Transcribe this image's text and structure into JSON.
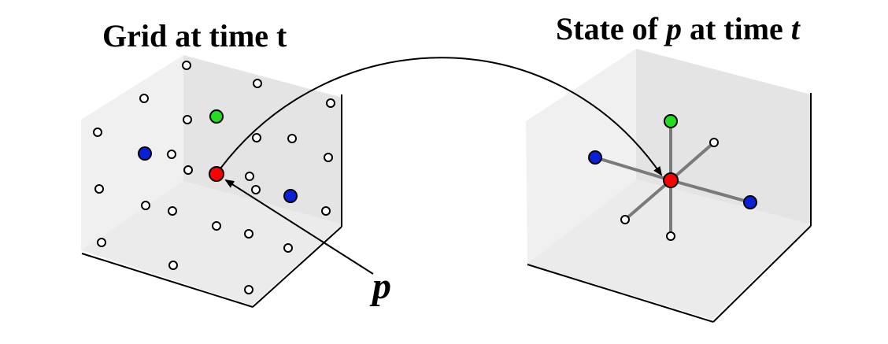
{
  "left_panel": {
    "title": "Grid at time t"
  },
  "right_panel": {
    "title_prefix": "State of",
    "title_var": "p",
    "title_middle": "at time",
    "title_t": "t"
  },
  "pointer_label": "p",
  "colors": {
    "focus_point": "#ff0000",
    "green_neighbor": "#22dd22",
    "blue_neighbor": "#0a1fd8",
    "empty_point": "#ffffff",
    "box_face": "#eeeeee",
    "box_back_face": "#e2e2e2",
    "stick": "#7a7a7a"
  }
}
